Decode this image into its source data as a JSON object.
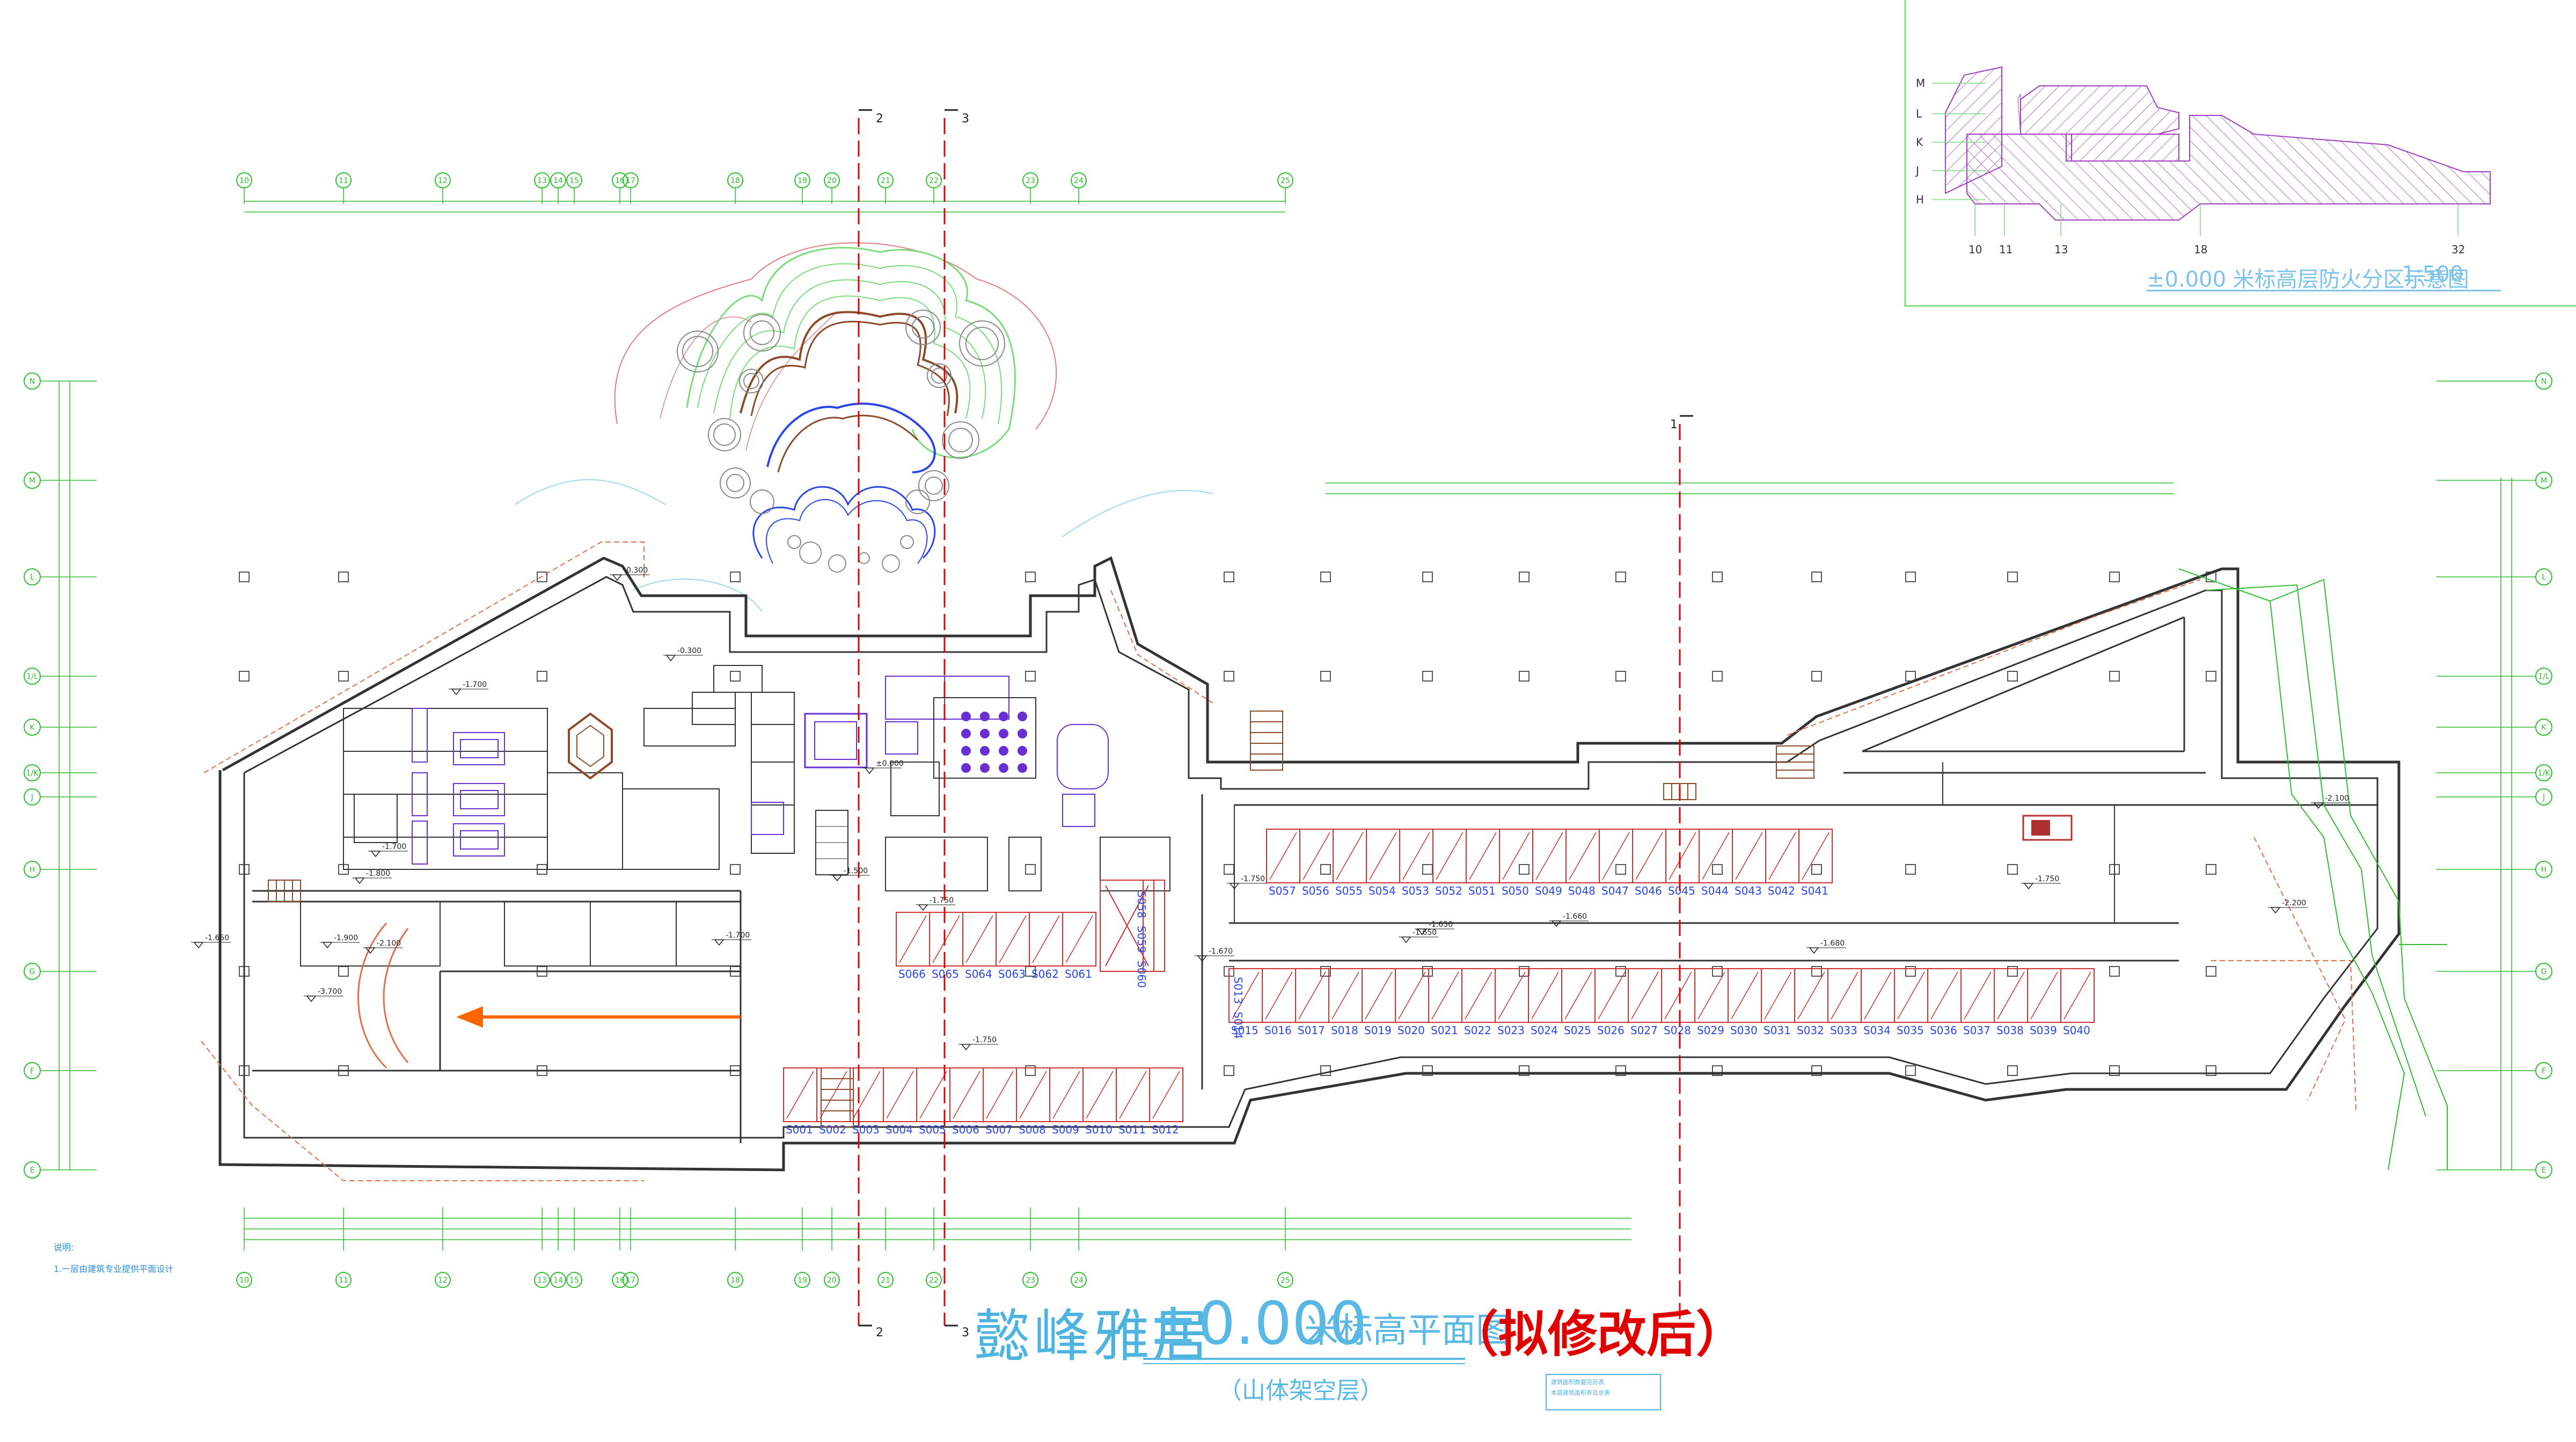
{
  "title": {
    "name": "懿峰雅居",
    "elevation": "±0.000",
    "description": "米标高平面图",
    "revision": "（拟修改后）",
    "subtitle": "（山体架空层）"
  },
  "inset": {
    "title": "±0.000 米标高层防火分区示意图",
    "scale": "1:500",
    "row_axes": [
      "M",
      "L",
      "K",
      "J",
      "H"
    ],
    "col_axes": [
      "10",
      "11",
      "13",
      "18",
      "32"
    ]
  },
  "notes": {
    "heading": "说明:",
    "line1": "1.一层由建筑专业提供平面设计"
  },
  "stamp": {
    "line1": "建筑面积数据见另表",
    "line2": "本层建筑面积参见总表"
  },
  "section_cuts": [
    "1",
    "2",
    "3"
  ],
  "top_axes": [
    "10",
    "11",
    "12",
    "13",
    "14",
    "15",
    "16",
    "17",
    "18",
    "19",
    "20",
    "21",
    "22",
    "23",
    "24",
    "25"
  ],
  "side_axes": [
    "N",
    "M",
    "L",
    "1/L",
    "K",
    "1/K",
    "J",
    "H",
    "G",
    "F",
    "E"
  ],
  "levels": [
    "-0.300",
    "-0.300",
    "-1.700",
    "-1.700",
    "-1.500",
    "-1.750",
    "-1.750",
    "-1.650",
    "-1.700",
    "-1.750",
    "-1.670",
    "-1.650",
    "-1.660",
    "-1.680",
    "-1.750",
    "-2.100",
    "-2.200",
    "-1.800",
    "-1.900",
    "-2.100",
    "-1.650",
    "-3.700",
    "±0.000"
  ],
  "parking": {
    "row_a": [
      "S057",
      "S056",
      "S055",
      "S054",
      "S053",
      "S052",
      "S051",
      "S050",
      "S049",
      "S048",
      "S047",
      "S046",
      "S045",
      "S044",
      "S043",
      "S042",
      "S041"
    ],
    "row_b": [
      "S066",
      "S065",
      "S064",
      "S063",
      "S062",
      "S061"
    ],
    "row_c": [
      "S015",
      "S016",
      "S017",
      "S018",
      "S019",
      "S020",
      "S021",
      "S022",
      "S023",
      "S024",
      "S025",
      "S026",
      "S027",
      "S028",
      "S029",
      "S030",
      "S031",
      "S032",
      "S033",
      "S034",
      "S035",
      "S036",
      "S037",
      "S038",
      "S039",
      "S040"
    ],
    "row_d": [
      "S001",
      "S002",
      "S003",
      "S004",
      "S005",
      "S006",
      "S007",
      "S008",
      "S009",
      "S010",
      "S011",
      "S012"
    ],
    "vertical": [
      "S013",
      "S014",
      "S058",
      "S059",
      "S060"
    ]
  },
  "colors": {
    "walls": "#333333",
    "axis_green": "#2fbe2f",
    "parking_red": "#d03030",
    "parking_text": "#2a45e8",
    "section_red": "#e00000",
    "title_blue": "#4fb3e0",
    "arrow": "#ff6600",
    "inset_hatch": "#a040c0"
  }
}
